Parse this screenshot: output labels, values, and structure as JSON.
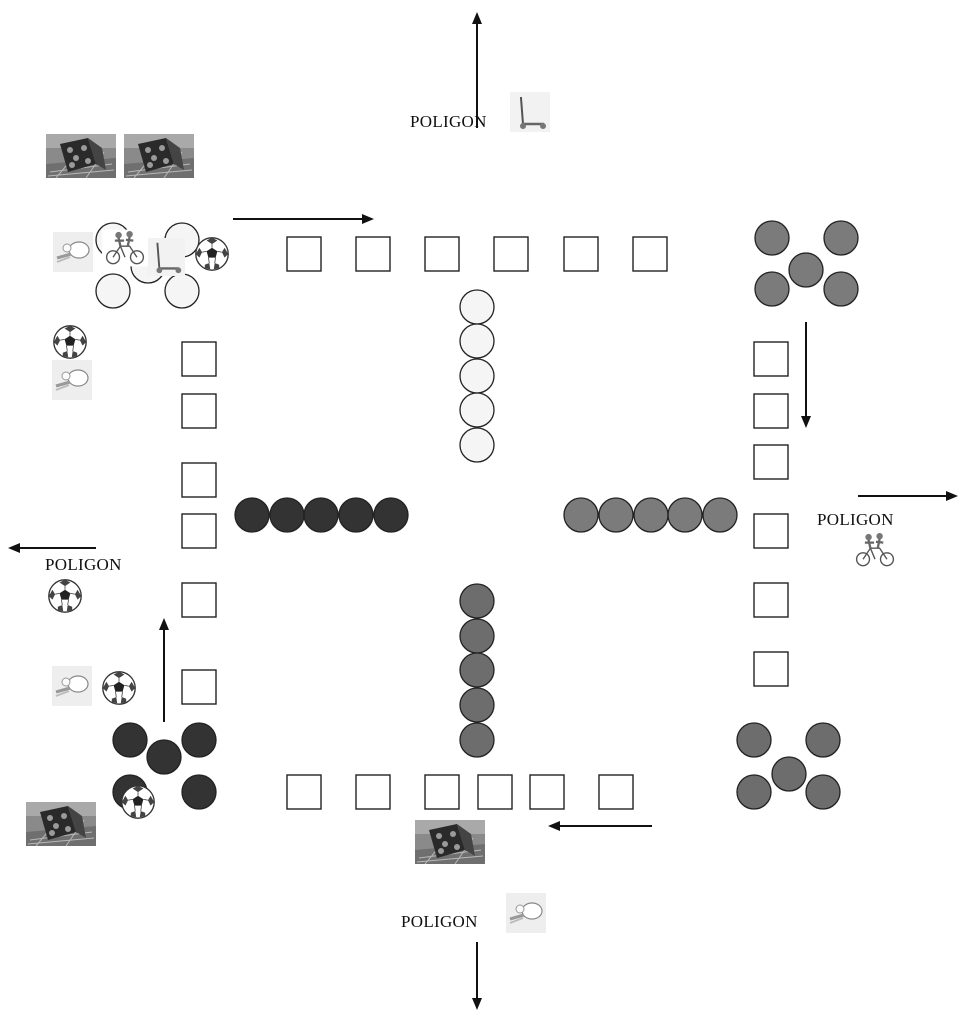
{
  "labels": {
    "top": "POLIGON",
    "right": "POLIGON",
    "left": "POLIGON",
    "bottom": "POLIGON"
  },
  "colors": {
    "white_pieces": "#f5f5f5",
    "black_pieces": "#333333",
    "gray_pieces": "#7b7b7b",
    "darkgray_pieces": "#6d6d6d"
  },
  "icons": [
    "dice-icon",
    "scooter-icon",
    "ball-icon",
    "racket-icon",
    "cyclists-icon"
  ]
}
